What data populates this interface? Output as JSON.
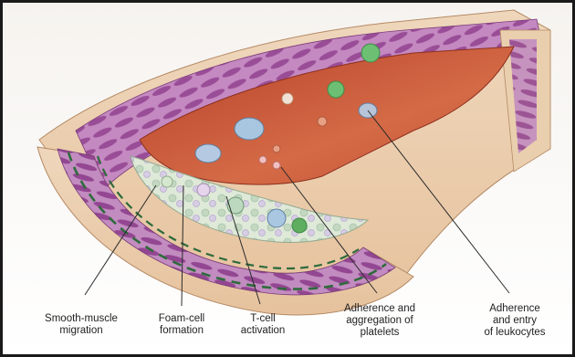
{
  "labels": {
    "smooth_muscle": {
      "line1": "Smooth-muscle",
      "line2": "migration"
    },
    "foam_cell": {
      "line1": "Foam-cell",
      "line2": "formation"
    },
    "t_cell": {
      "line1": "T-cell",
      "line2": "activation"
    },
    "platelets": {
      "line1": "Adherence and",
      "line2": "aggregation of",
      "line3": "platelets"
    },
    "leukocytes": {
      "line1": "Adherence",
      "line2": "and entry",
      "line3": "of leukocytes"
    }
  },
  "colors": {
    "vessel_outer": "#e8c9a6",
    "muscle_band": "#b777b4",
    "muscle_cell": "#8c3f8a",
    "lumen_blood": "#c75a3b",
    "plaque_core": "#cfe0c8",
    "leukocyte": "#7ab7d9",
    "platelet": "#5fae5f"
  }
}
